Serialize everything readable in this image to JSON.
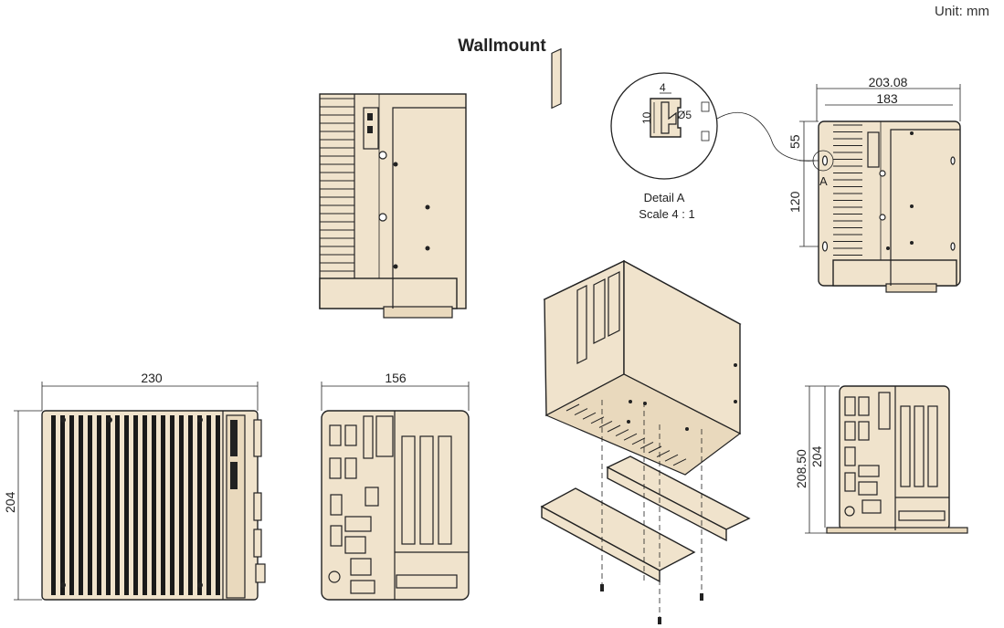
{
  "header": {
    "unit": "Unit: mm",
    "title": "Wallmount"
  },
  "detail": {
    "caption_line1": "Detail A",
    "caption_line2": "Scale 4 : 1",
    "dim_slot_width": "4",
    "dim_slot_height": "10",
    "dim_hole_diameter": "Ø5",
    "marker_label": "A"
  },
  "side_view": {
    "dim_overall_width": "203.08",
    "dim_inner_width": "183",
    "dim_upper": "55",
    "dim_lower": "120"
  },
  "top_view": {
    "dim_width": "230",
    "dim_height": "204"
  },
  "front_view": {
    "dim_width": "156"
  },
  "rear_view": {
    "dim_overall_height": "208.50",
    "dim_body_height": "204"
  },
  "colors": {
    "body": "#f0e3cc",
    "line": "#222222"
  }
}
